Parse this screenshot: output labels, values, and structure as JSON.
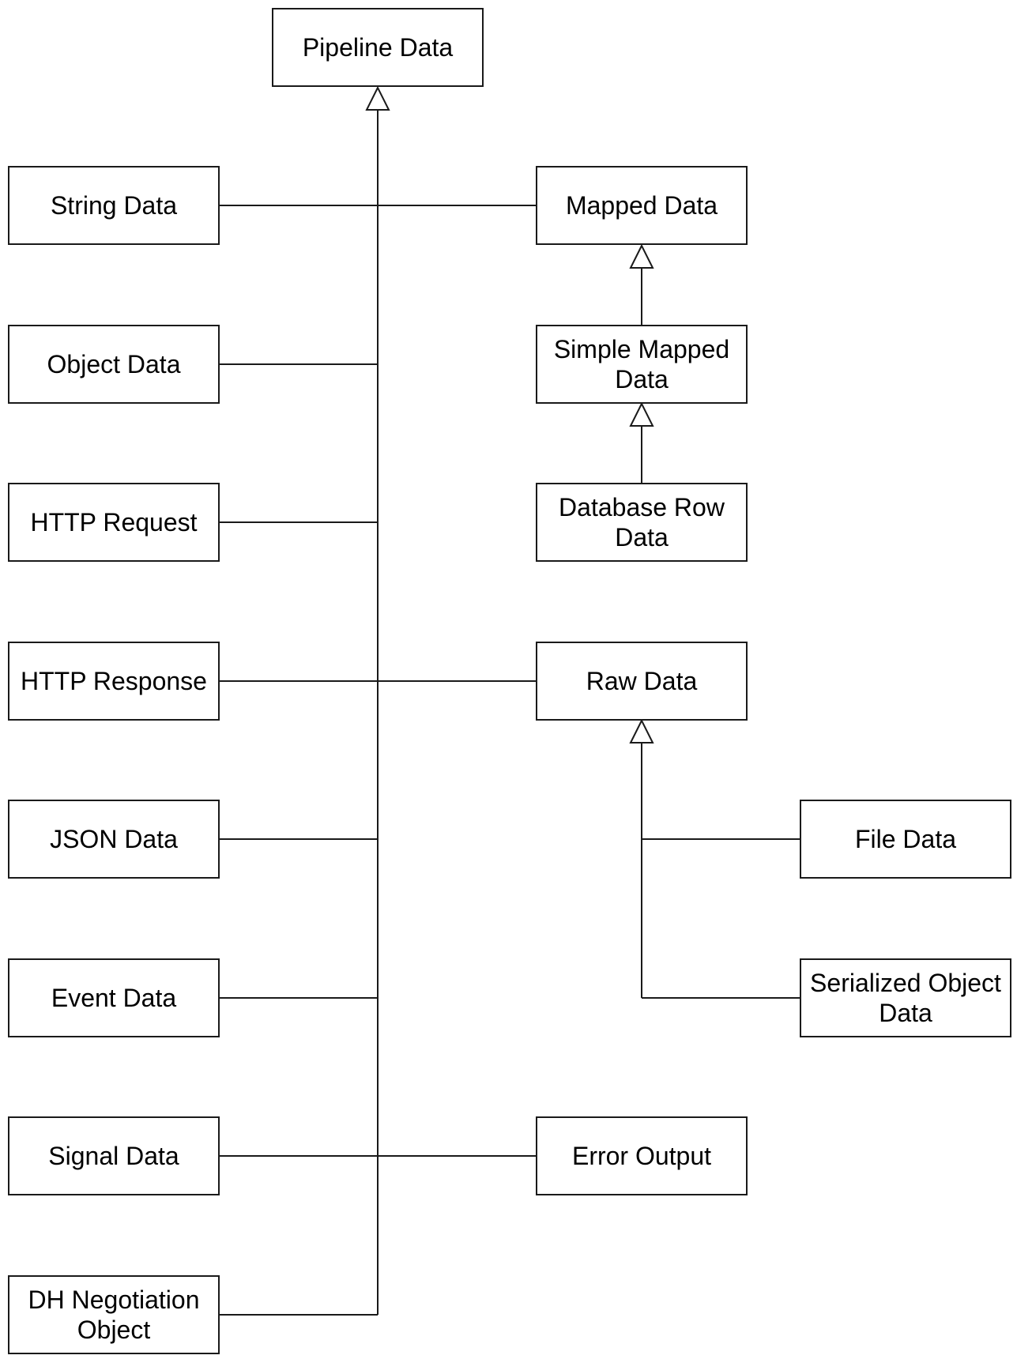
{
  "nodes": {
    "pipeline_data": "Pipeline Data",
    "string_data": "String Data",
    "object_data": "Object Data",
    "http_request": "HTTP Request",
    "http_response": "HTTP Response",
    "json_data": "JSON Data",
    "event_data": "Event Data",
    "signal_data": "Signal Data",
    "dh_negotiation_object": "DH Negotiation Object",
    "mapped_data": "Mapped Data",
    "simple_mapped_data": "Simple Mapped Data",
    "database_row_data": "Database Row Data",
    "raw_data": "Raw Data",
    "error_output": "Error Output",
    "file_data": "File Data",
    "serialized_object_data": "Serialized Object Data"
  },
  "relations": [
    {
      "child": "string_data",
      "parent": "pipeline_data"
    },
    {
      "child": "object_data",
      "parent": "pipeline_data"
    },
    {
      "child": "http_request",
      "parent": "pipeline_data"
    },
    {
      "child": "http_response",
      "parent": "pipeline_data"
    },
    {
      "child": "json_data",
      "parent": "pipeline_data"
    },
    {
      "child": "event_data",
      "parent": "pipeline_data"
    },
    {
      "child": "signal_data",
      "parent": "pipeline_data"
    },
    {
      "child": "dh_negotiation_object",
      "parent": "pipeline_data"
    },
    {
      "child": "mapped_data",
      "parent": "pipeline_data"
    },
    {
      "child": "raw_data",
      "parent": "pipeline_data"
    },
    {
      "child": "error_output",
      "parent": "pipeline_data"
    },
    {
      "child": "simple_mapped_data",
      "parent": "mapped_data"
    },
    {
      "child": "database_row_data",
      "parent": "simple_mapped_data"
    },
    {
      "child": "file_data",
      "parent": "raw_data"
    },
    {
      "child": "serialized_object_data",
      "parent": "raw_data"
    }
  ],
  "colors": {
    "line": "#1a1a1a",
    "box_fill": "#ffffff",
    "text": "#000000"
  }
}
